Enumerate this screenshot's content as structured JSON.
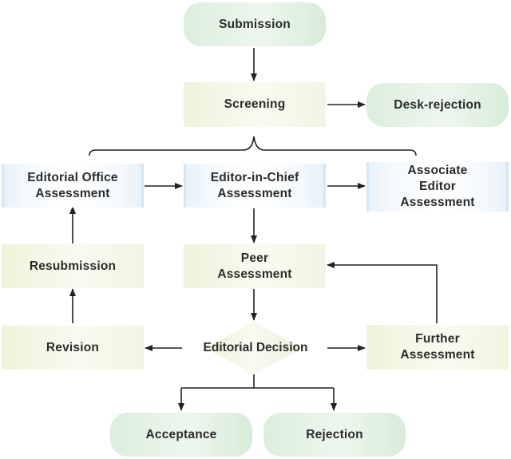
{
  "nodes": {
    "submission": "Submission",
    "screening": "Screening",
    "desk_rejection": "Desk-rejection",
    "editorial_office": "Editorial Office\nAssessment",
    "editor_in_chief": "Editor-in-Chief\nAssessment",
    "associate_editor": "Associate\nEditor\nAssessment",
    "resubmission": "Resubmission",
    "peer_assessment": "Peer\nAssessment",
    "revision": "Revision",
    "editorial_decision": "Editorial Decision",
    "further_assessment": "Further\nAssessment",
    "acceptance": "Acceptance",
    "rejection": "Rejection"
  },
  "colors": {
    "terminal_fill": "#e3f2e4",
    "process_fill": "#f6f7e8",
    "assessment_fill": "#eef6fc",
    "decision_fill": "#f3f4e3",
    "connector": "#222222"
  }
}
